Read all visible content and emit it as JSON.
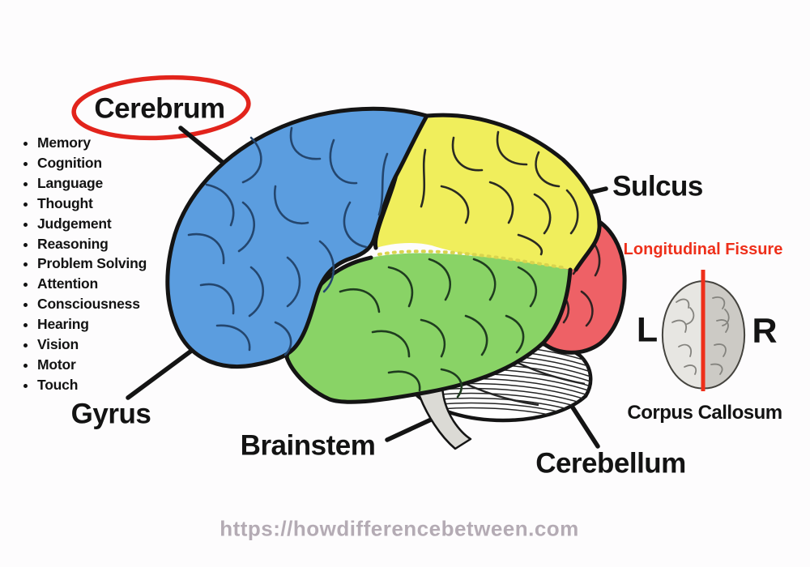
{
  "labels": {
    "cerebrum": "Cerebrum",
    "sulcus": "Sulcus",
    "gyrus": "Gyrus",
    "brainstem": "Brainstem",
    "cerebellum": "Cerebellum",
    "longitudinal_fissure": "Longitudinal Fissure",
    "corpus_callosum": "Corpus Callosum",
    "left_hemisphere": "L",
    "right_hemisphere": "R"
  },
  "cerebrum_functions": [
    "Memory",
    "Cognition",
    "Language",
    "Thought",
    "Judgement",
    "Reasoning",
    "Problem Solving",
    "Attention",
    "Consciousness",
    "Hearing",
    "Vision",
    "Motor",
    "Touch"
  ],
  "watermark": "https://howdifferencebetween.com",
  "colors": {
    "frontal_lobe_blue": "#5B9DDF",
    "parietal_lobe_yellow": "#F0EE5C",
    "temporal_lobe_green": "#89D366",
    "occipital_lobe_red": "#EE6166",
    "brainstem_gray": "#DBDAD5",
    "cerebellum_white": "#FFFFFF",
    "highlight_red": "#E2241C",
    "fissure_red": "#EE2F1A",
    "dotted_boundary_yellow": "#D9D44E",
    "outline_black": "#141414",
    "text_black": "#131313",
    "watermark_gray": "#B4ABB4",
    "small_brain_gray": "#E7E6E2"
  }
}
